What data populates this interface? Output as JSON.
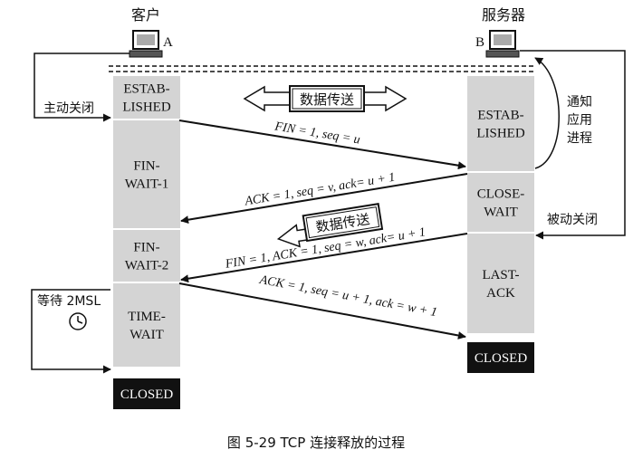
{
  "client": {
    "name": "客户",
    "letter": "A"
  },
  "server": {
    "name": "服务器",
    "letter": "B"
  },
  "client_states": [
    {
      "id": "estab",
      "lines": [
        "ESTAB-",
        "LISHED"
      ]
    },
    {
      "id": "fin-wait-1",
      "lines": [
        "FIN-",
        "WAIT-1"
      ]
    },
    {
      "id": "fin-wait-2",
      "lines": [
        "FIN-",
        "WAIT-2"
      ]
    },
    {
      "id": "time-wait",
      "lines": [
        "TIME-",
        "WAIT"
      ]
    },
    {
      "id": "closed",
      "lines": [
        "CLOSED"
      ]
    }
  ],
  "server_states": [
    {
      "id": "estab",
      "lines": [
        "ESTAB-",
        "LISHED"
      ]
    },
    {
      "id": "close-wait",
      "lines": [
        "CLOSE-",
        "WAIT"
      ]
    },
    {
      "id": "last-ack",
      "lines": [
        "LAST-",
        "ACK"
      ]
    },
    {
      "id": "closed",
      "lines": [
        "CLOSED"
      ]
    }
  ],
  "messages": [
    {
      "id": "fin-1",
      "text": "FIN = 1, seq = u"
    },
    {
      "id": "ack-1",
      "text": "ACK = 1, seq = v, ack= u + 1"
    },
    {
      "id": "fin-2",
      "text": "FIN = 1, ACK = 1, seq = w, ack= u + 1"
    },
    {
      "id": "ack-2",
      "text": "ACK = 1, seq = u + 1, ack = w + 1"
    }
  ],
  "data_transfer": {
    "both": "数据传送",
    "one_way": "数据传送"
  },
  "labels": {
    "active_close": "主动关闭",
    "passive_close": "被动关闭",
    "notify_app": [
      "通知",
      "应用",
      "进程"
    ],
    "wait_2msl": "等待 2MSL"
  },
  "caption": "图 5-29    TCP 连接释放的过程",
  "colors": {
    "state_fill": "#d4d4d4",
    "closed_fill": "#111111",
    "closed_text": "#ffffff",
    "line": "#111111"
  }
}
